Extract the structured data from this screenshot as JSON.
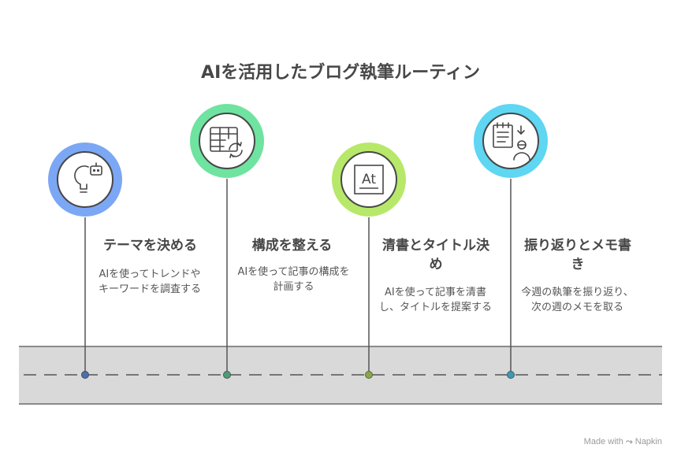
{
  "title": "AIを活用したブログ執筆ルーティン",
  "steps": [
    {
      "title": "テーマを決める",
      "description": "AIを使ってトレンドやキーワードを調査する",
      "icon": "lightbulb-robot-icon",
      "color": "#7ba7f4"
    },
    {
      "title": "構成を整える",
      "description": "AIを使って記事の構成を計画する",
      "icon": "table-refresh-icon",
      "color": "#6fe3a0"
    },
    {
      "title": "清書とタイトル決め",
      "description": "AIを使って記事を清書し、タイトルを提案する",
      "icon": "text-at-icon",
      "color": "#b7e86a"
    },
    {
      "title": "振り返りとメモ書き",
      "description": "今週の執筆を振り返り、次の週のメモを取る",
      "icon": "notes-person-icon",
      "color": "#5fd6f2"
    }
  ],
  "watermark": {
    "prefix": "Made with",
    "brand": "Napkin"
  }
}
